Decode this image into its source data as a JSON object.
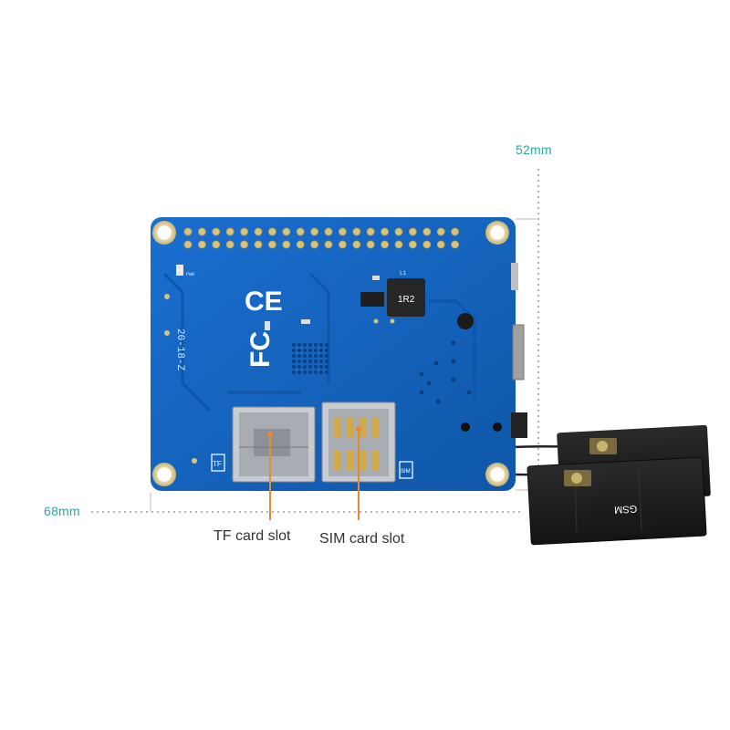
{
  "dimensions": {
    "height_label": "52mm",
    "width_label": "68mm"
  },
  "callouts": {
    "tf_label": "TF card slot",
    "sim_label": "SIM card slot"
  },
  "board_markings": {
    "ce_mark": "CE",
    "fcc_mark": "FC",
    "inductor_code": "1R2",
    "inductor_ref": "L1",
    "antenna_label": "GSM",
    "tf_silk": "TF",
    "sim_silk": "SIM",
    "version_text": "20-18-Z",
    "pwr_label": "PWR"
  },
  "colors": {
    "board_blue": "#1565c0",
    "board_dark": "#0d4f9e",
    "dimension_teal": "#2aa7a0",
    "antenna_black": "#1c1c1c",
    "gold": "#d9c27a"
  }
}
